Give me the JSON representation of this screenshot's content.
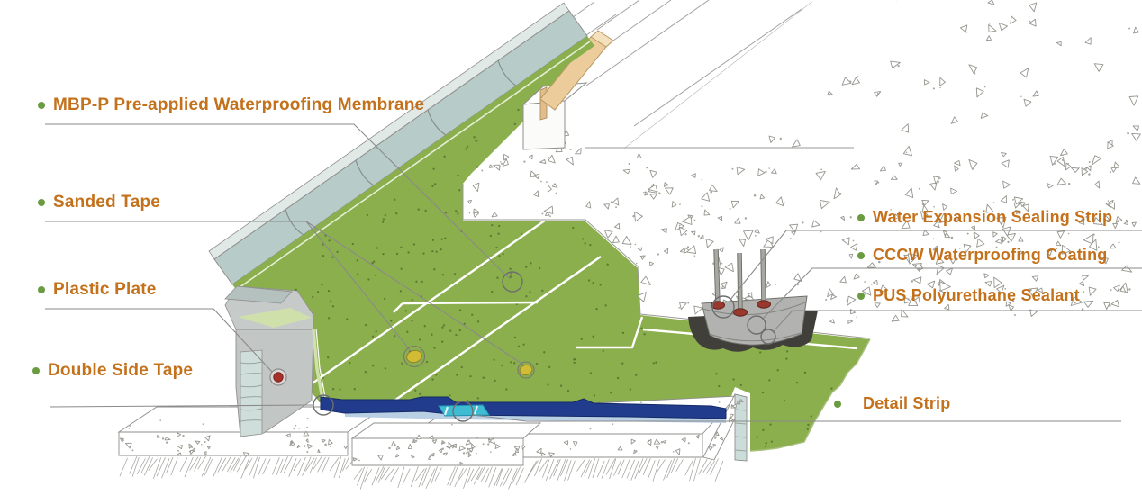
{
  "callouts": {
    "membrane": {
      "text": "MBP-P Pre-applied Waterproofing Membrane"
    },
    "sanded_tape": {
      "text": "Sanded Tape"
    },
    "plastic_plate": {
      "text": "Plastic Plate"
    },
    "double_side_tape": {
      "text": "Double Side Tape"
    },
    "water_expansion": {
      "text": "Water Expansion Sealing Strip"
    },
    "cccw": {
      "text": "CCCW Waterproofing Coating"
    },
    "pus": {
      "text": "PUS Polyurethane Sealant"
    },
    "detail_strip": {
      "text": "Detail Strip"
    }
  },
  "colors": {
    "label_text": "#c4711c",
    "bullet": "#6a9b40",
    "membrane_green": "#8aaf4c",
    "membrane_edge_light": "#cfe0ab",
    "protection_board": "#b7cbc8",
    "wall_gray": "#c2c6c4",
    "navy_strip": "#213c8c",
    "cyan_patch": "#3fbcd4",
    "tan_flashing": "#edcc9c",
    "mound_gray": "#b2b3b1",
    "sealant_dark": "#413f3a",
    "red_dot": "#a62f2a",
    "tape_yellow": "#d2bb35",
    "concrete_line": "#8f8f8d"
  }
}
